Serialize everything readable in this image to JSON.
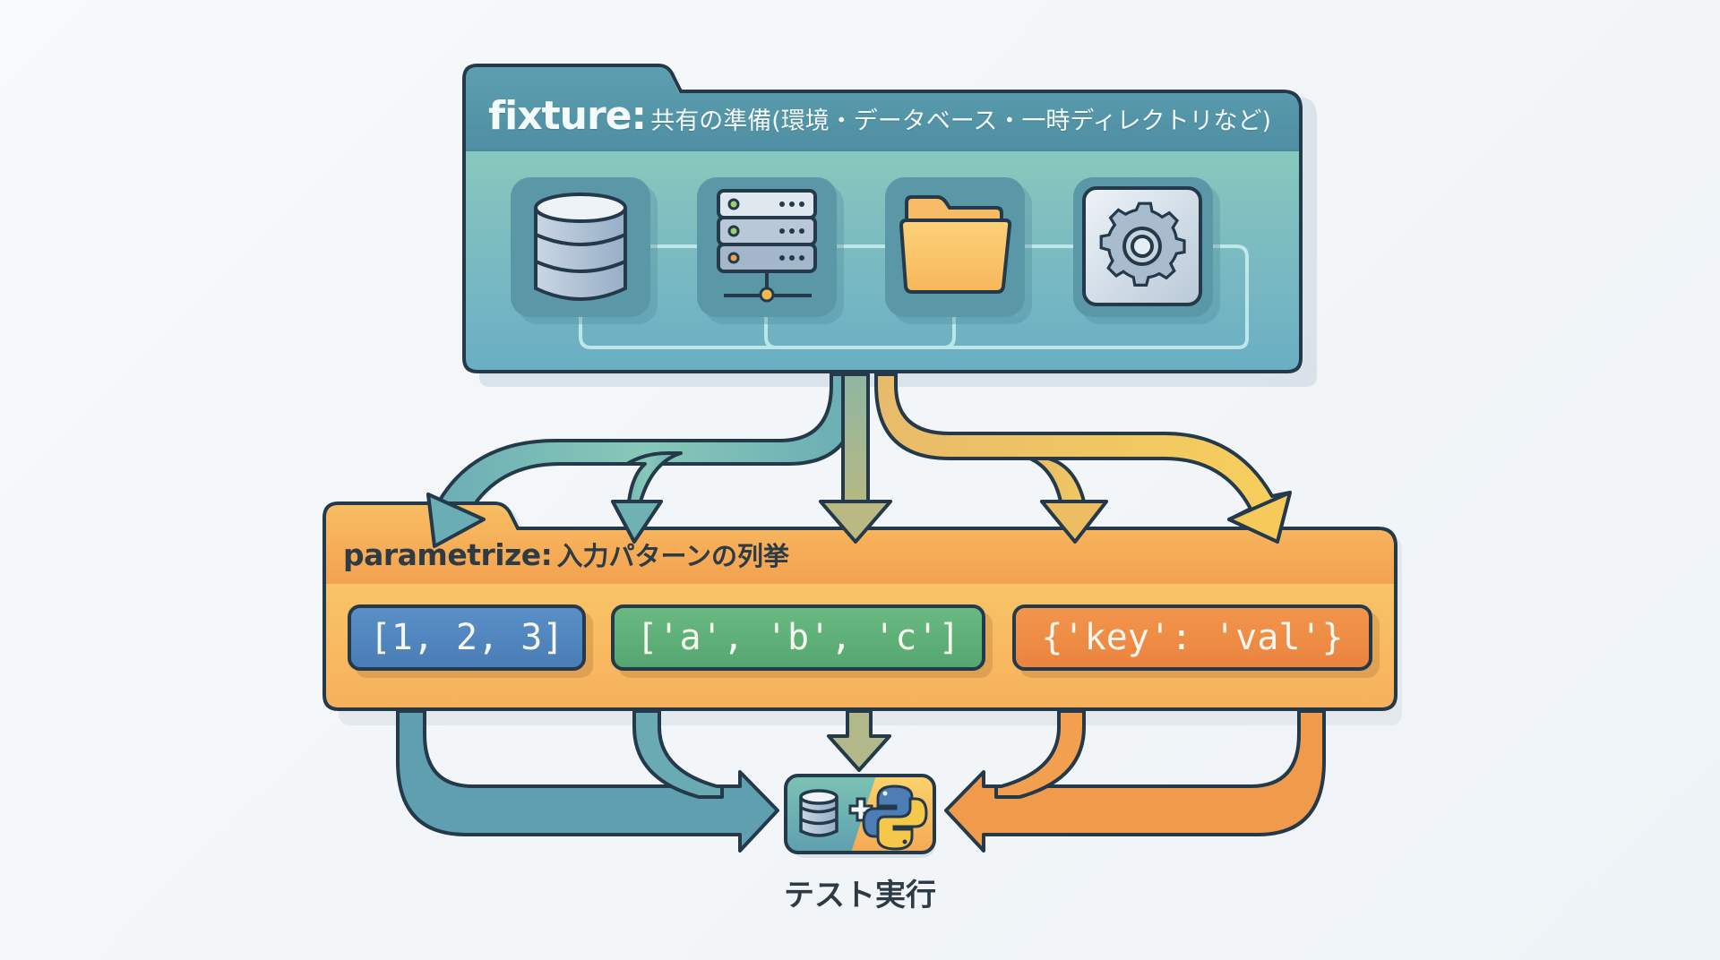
{
  "fixture": {
    "keyword": "fixture:",
    "description": "共有の準備(環境・データベース・一時ディレクトリなど)",
    "icons": [
      "database-icon",
      "server-icon",
      "folder-icon",
      "gear-icon"
    ],
    "color": "#5e9fb0"
  },
  "parametrize": {
    "keyword": "parametrize:",
    "description": "入力パターンの列挙",
    "color": "#f6b058",
    "values": [
      {
        "label": "[1, 2, 3]",
        "color": "#4f84bd"
      },
      {
        "label": "['a', 'b', 'c']",
        "color": "#5cad77"
      },
      {
        "label": "{'key': 'val'}",
        "color": "#ee8a44"
      }
    ]
  },
  "test_run": {
    "label": "テスト実行",
    "icons": [
      "database-icon",
      "plus-icon",
      "python-icon"
    ]
  },
  "colors": {
    "outline": "#243a4a",
    "teal_arrow": "#6aaeb2",
    "olive_arrow": "#b2b889",
    "yellow_arrow": "#f2c35e",
    "orange_arrow": "#f09a4c"
  }
}
